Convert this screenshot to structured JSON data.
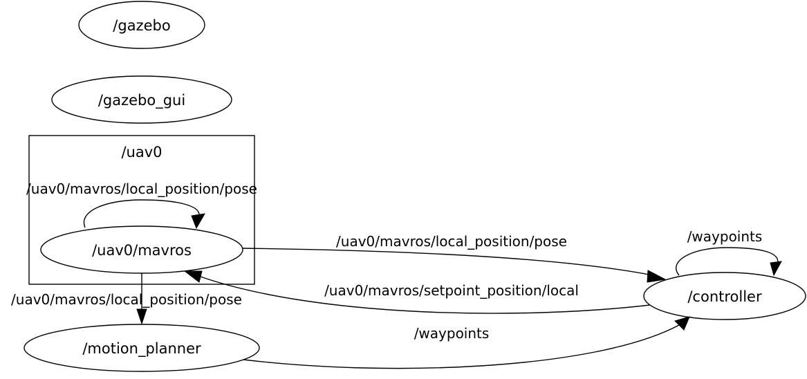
{
  "graph": {
    "nodes": {
      "gazebo": "/gazebo",
      "gazebo_gui": "/gazebo_gui",
      "mavros": "/uav0/mavros",
      "motion_planner": "/motion_planner",
      "controller": "/controller"
    },
    "cluster": {
      "label": "/uav0"
    },
    "edges": {
      "mavros_self": "/uav0/mavros/local_position/pose",
      "mavros_to_controller": "/uav0/mavros/local_position/pose",
      "controller_to_mavros": "/uav0/mavros/setpoint_position/local",
      "mavros_to_planner": "/uav0/mavros/local_position/pose",
      "planner_to_controller": "/waypoints",
      "controller_self": "/waypoints"
    }
  }
}
